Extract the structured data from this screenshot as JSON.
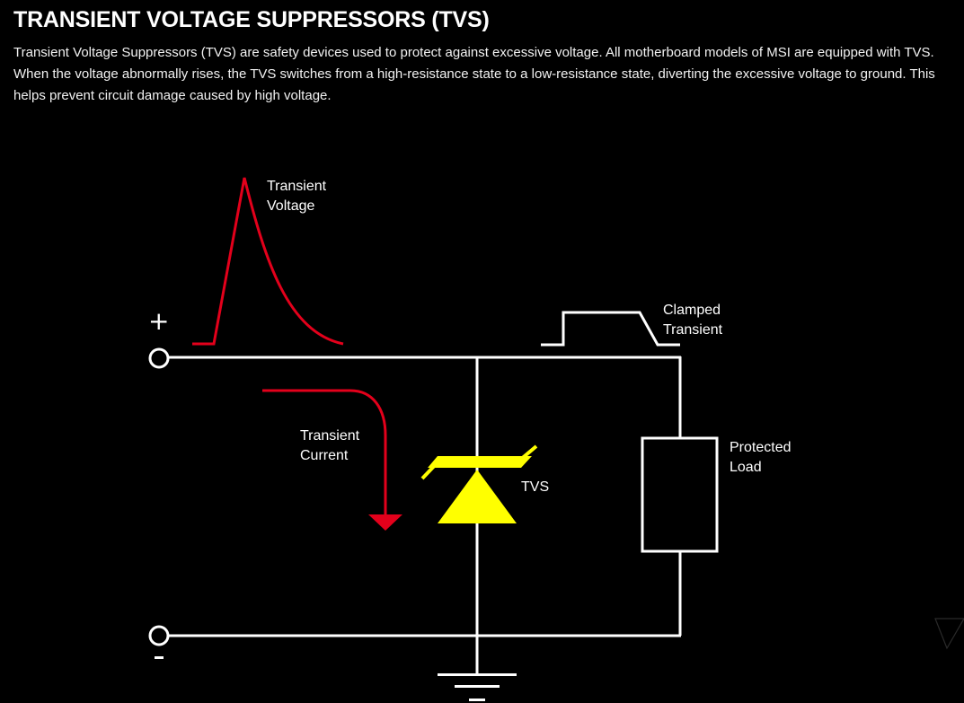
{
  "page": {
    "title": "TRANSIENT VOLTAGE SUPPRESSORS (TVS)",
    "description": "Transient Voltage Suppressors (TVS) are safety devices used to protect against excessive voltage. All motherboard models of MSI are equipped with TVS. When the voltage abnormally rises, the TVS switches from a high-resistance state to a low-resistance state, diverting the excessive voltage to ground. This helps prevent circuit damage caused by high voltage."
  },
  "diagram": {
    "labels": {
      "transient_voltage_line1": "Transient",
      "transient_voltage_line2": "Voltage",
      "clamped_transient_line1": "Clamped",
      "clamped_transient_line2": "Transient",
      "transient_current_line1": "Transient",
      "transient_current_line2": "Current",
      "tvs": "TVS",
      "protected_load_line1": "Protected",
      "protected_load_line2": "Load",
      "positive_terminal": "+",
      "negative_terminal": "-"
    },
    "colors": {
      "wire": "#ffffff",
      "transient": "#e3001b",
      "tvs_component": "#ffff00",
      "background": "#000000"
    }
  },
  "controls": {
    "scroll_down_icon": "chevron-down-triangle"
  }
}
